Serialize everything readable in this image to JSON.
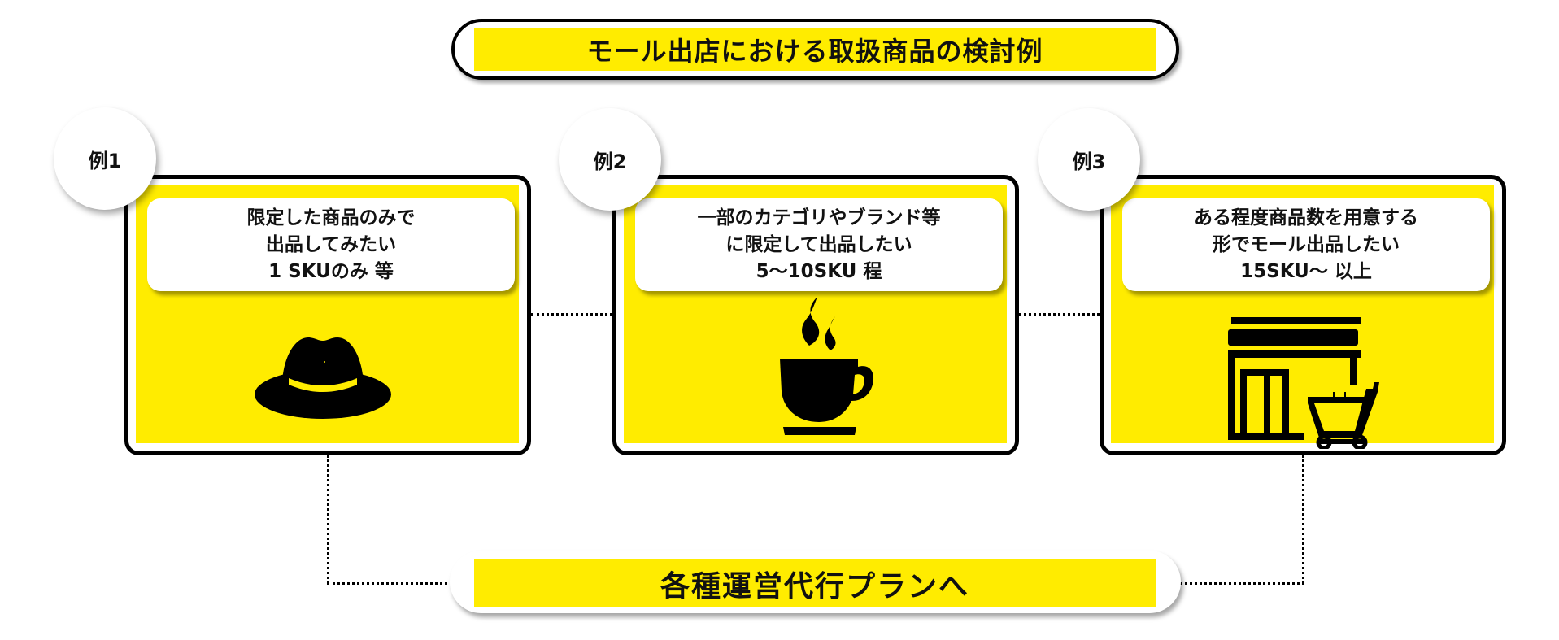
{
  "header": {
    "title": "モール出店における取扱商品の検討例"
  },
  "colors": {
    "accent_yellow": "#ffec00",
    "border": "#000000",
    "background": "#ffffff"
  },
  "examples": [
    {
      "badge": "例1",
      "lines": [
        "限定した商品のみで",
        "出品してみたい",
        "1 SKUのみ 等"
      ],
      "icon": "hat-icon"
    },
    {
      "badge": "例2",
      "lines": [
        "一部のカテゴリやブランド等",
        "に限定して出品したい",
        "5〜10SKU 程"
      ],
      "icon": "coffee-cup-icon"
    },
    {
      "badge": "例3",
      "lines": [
        "ある程度商品数を用意する",
        "形でモール出品したい",
        "15SKU〜 以上"
      ],
      "icon": "store-cart-icon"
    }
  ],
  "footer": {
    "label": "各種運営代行プランへ"
  }
}
